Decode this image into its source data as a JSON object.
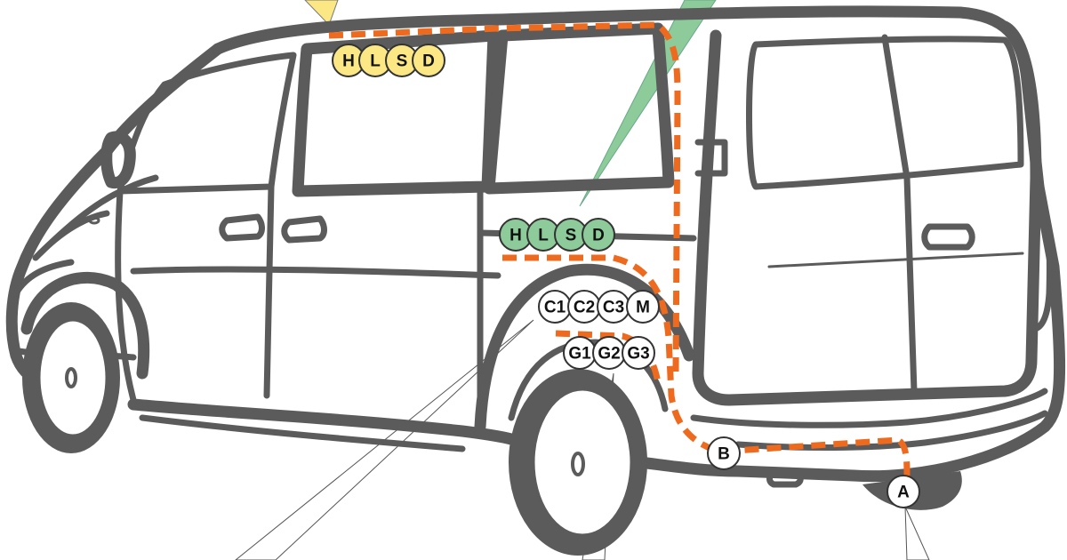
{
  "colors": {
    "body_outline": "#5b5b5b",
    "route": "#ee6a1f",
    "roof_group": "#fbe885",
    "side_group": "#8ecb9a",
    "plain_badge": "#ffffff",
    "roof_callout": "#fbe885",
    "side_callout": "#8ecb9a"
  },
  "badge_groups": [
    {
      "id": "roof",
      "fill": "#fbe885",
      "badges": [
        "H",
        "L",
        "S",
        "D"
      ]
    },
    {
      "id": "side",
      "fill": "#8ecb9a",
      "badges": [
        "H",
        "L",
        "S",
        "D"
      ]
    },
    {
      "id": "wheel-arch-upper",
      "fill": "#ffffff",
      "badges": [
        "C1",
        "C2",
        "C3",
        "M"
      ]
    },
    {
      "id": "wheel-arch-lower",
      "fill": "#ffffff",
      "badges": [
        "G1",
        "G2",
        "G3"
      ]
    },
    {
      "id": "rear-b",
      "fill": "#ffffff",
      "badges": [
        "B"
      ]
    },
    {
      "id": "rear-a",
      "fill": "#ffffff",
      "badges": [
        "A"
      ]
    }
  ]
}
